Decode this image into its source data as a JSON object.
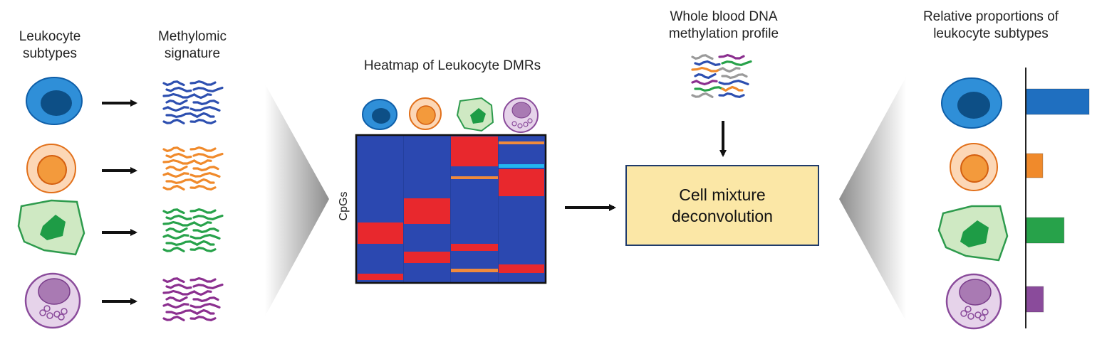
{
  "labels": {
    "leukocyte_subtypes": [
      "Leukocyte",
      "subtypes"
    ],
    "methylomic_signature": [
      "Methylomic",
      "signature"
    ],
    "heatmap_title": "Heatmap of Leukocyte DMRs",
    "cpgs": "CpGs",
    "whole_blood": [
      "Whole blood DNA",
      "methylation profile"
    ],
    "relative_proportions": [
      "Relative proportions of",
      "leukocyte subtypes"
    ]
  },
  "box": {
    "line1": "Cell mixture",
    "line2": "deconvolution"
  },
  "cell_types": [
    {
      "icon": "lymphocyte-cell-icon",
      "color": "#2f8fd8",
      "nucleus": "#0d4f86"
    },
    {
      "icon": "monocyte-cell-icon",
      "color": "#f39a3c",
      "nucleus": "#e2701a"
    },
    {
      "icon": "macrophage-cell-icon",
      "color": "#cfe9c3",
      "nucleus": "#1e9c46"
    },
    {
      "icon": "granulocyte-cell-icon",
      "color": "#d7b7dc",
      "nucleus": "#8a4b9b"
    }
  ],
  "signature_colors": [
    "#2d4fb0",
    "#f08a2b",
    "#27a24a",
    "#8b2f8f"
  ],
  "proportions": [
    1.0,
    0.26,
    0.6,
    0.27
  ],
  "colors": {
    "heatmap_blue": "#2b48b0",
    "heatmap_red": "#e8282d",
    "heatmap_orange": "#f08a3c",
    "heatmap_cyan": "#22b6f0",
    "bar_blue": "#1f6fc0",
    "bar_orange": "#f08a2b",
    "bar_green": "#27a24a",
    "bar_purple": "#8a4b9b",
    "box_fill": "#fbe7a6",
    "box_border": "#1f3b6b"
  }
}
